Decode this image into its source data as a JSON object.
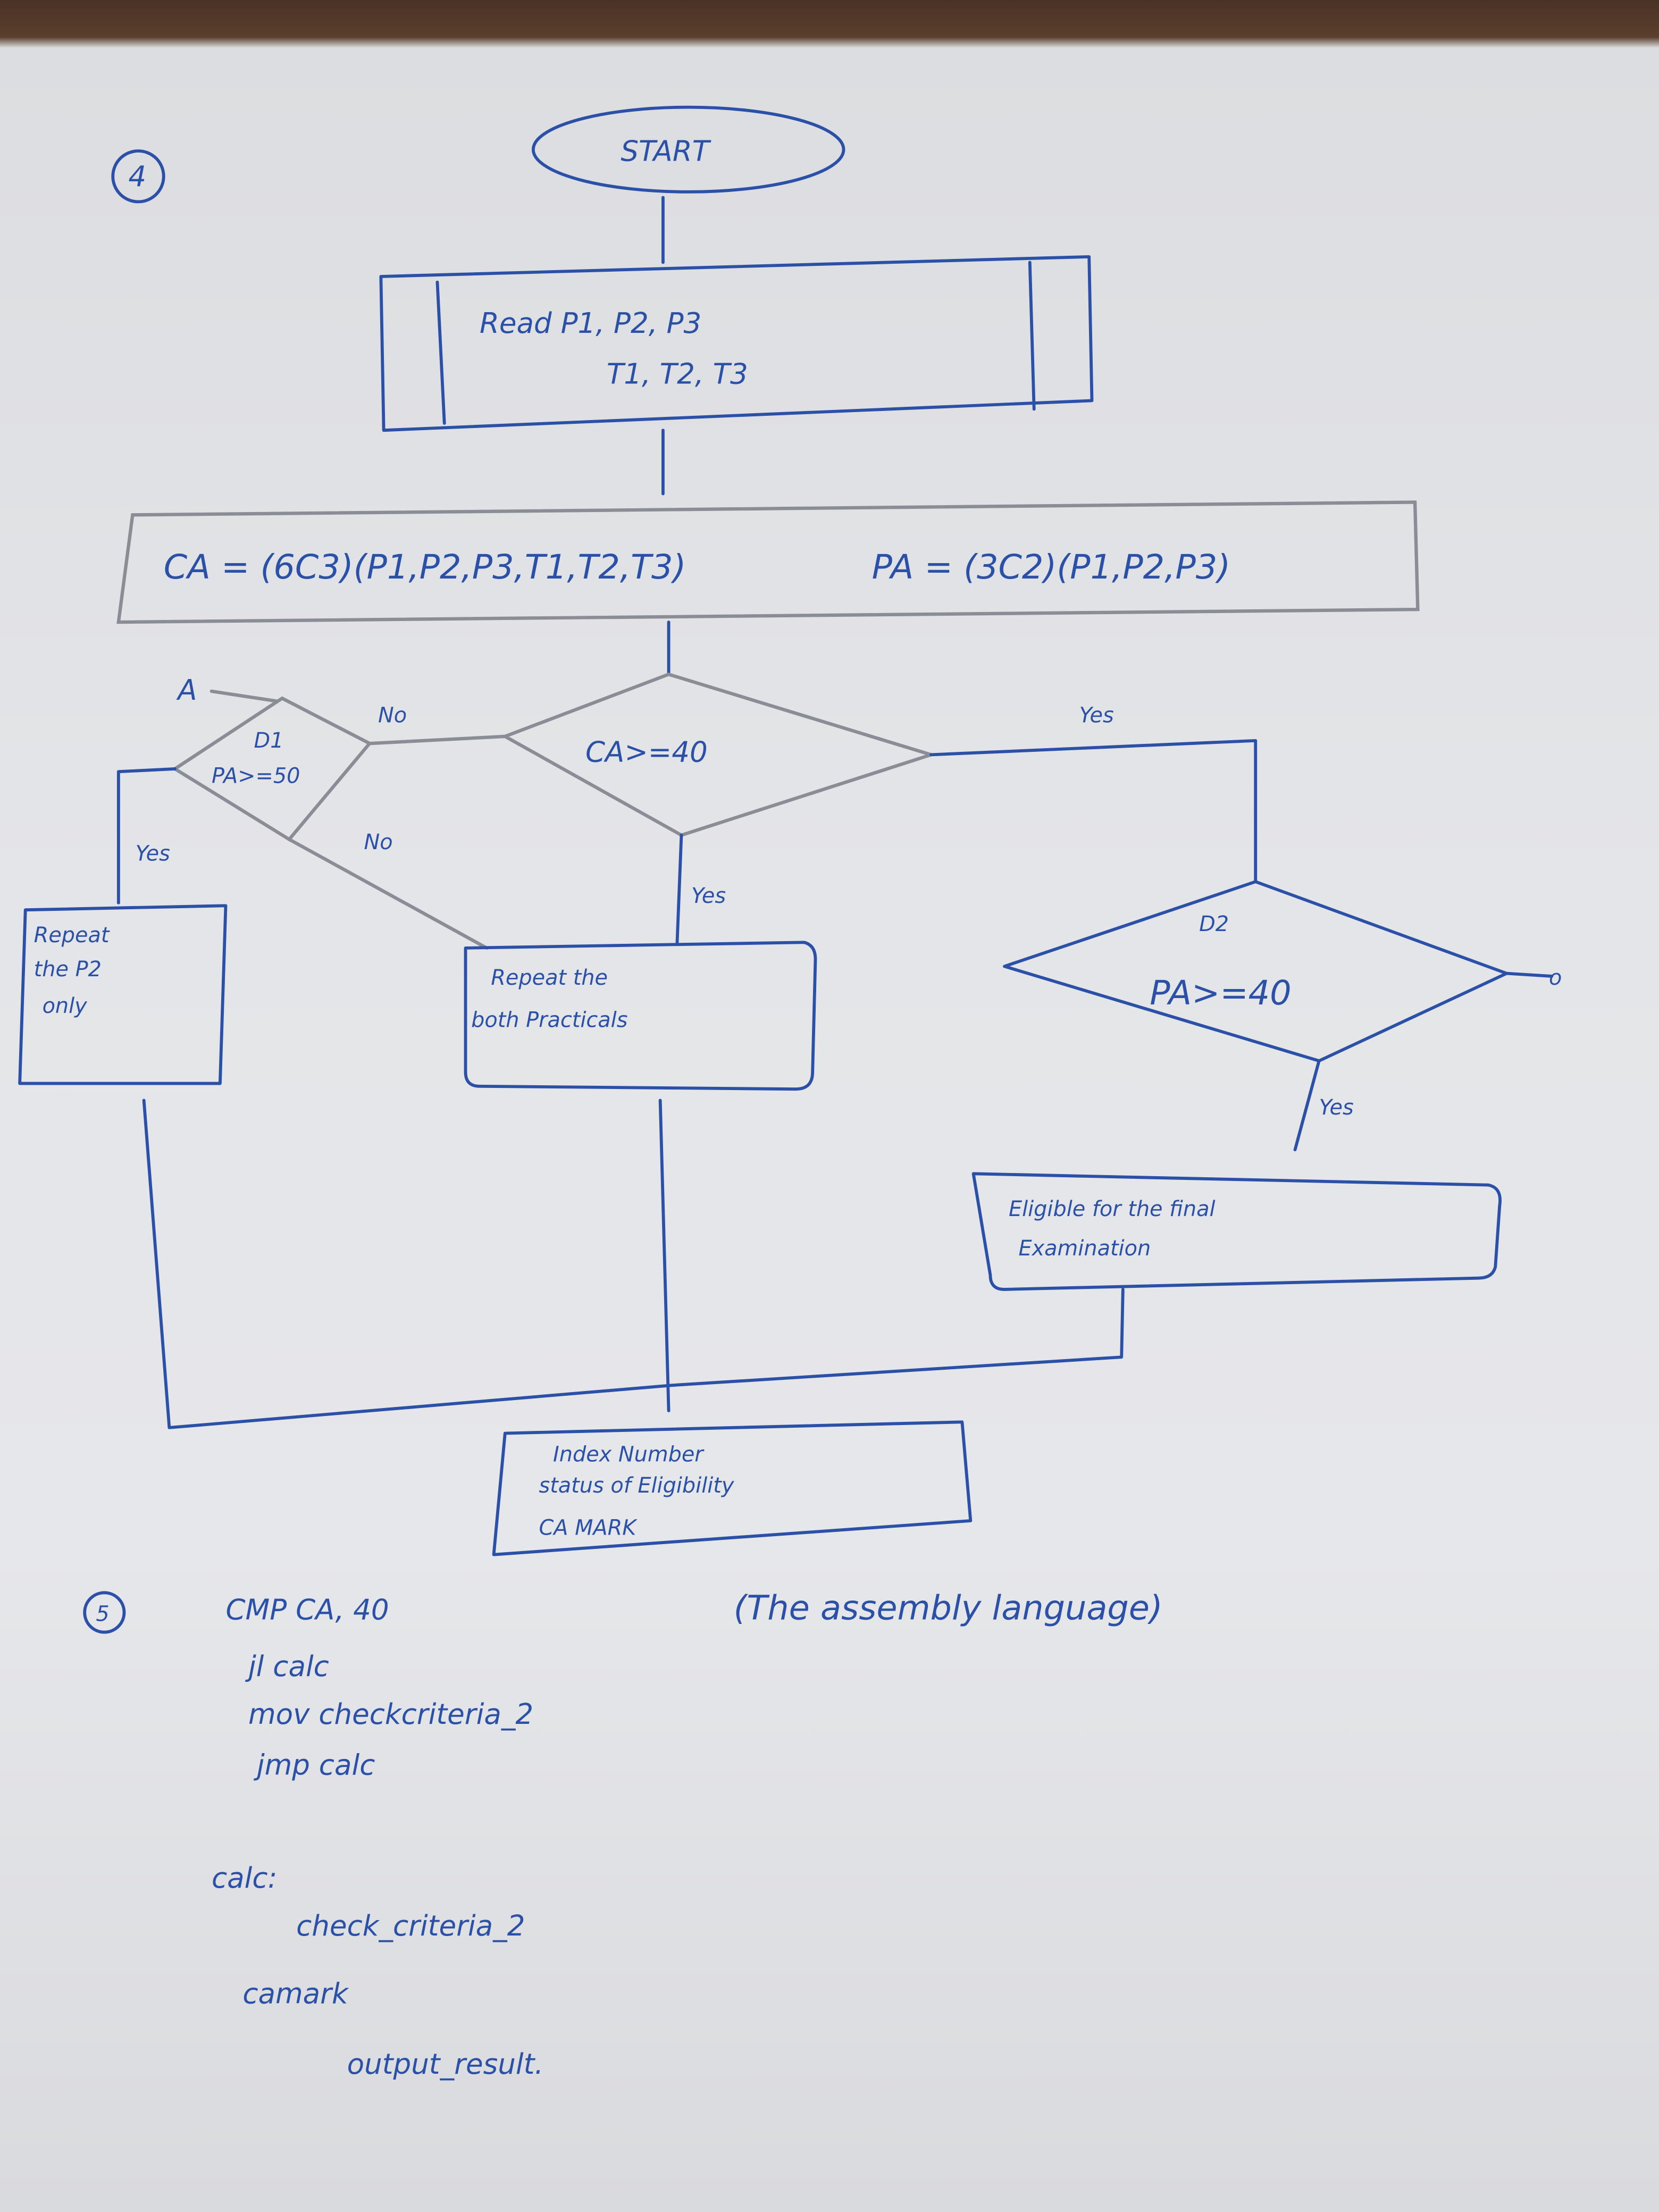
{
  "page_label": "4",
  "flowchart": {
    "start": "START",
    "read_line1": "Read P1, P2, P3",
    "read_line2": "T1, T2, T3",
    "process_ca": "CA = (6C3)(P1,P2,P3,T1,T2,T3)",
    "process_pa": "PA = (3C2)(P1,P2,P3)",
    "decision_ca": {
      "text": "CA>=40",
      "yes": "Yes",
      "no": "No"
    },
    "decision_d1": {
      "id": "D1",
      "text": "PA>=50",
      "yes": "Yes",
      "no": "No"
    },
    "decision_d2": {
      "id": "D2",
      "text": "PA>=40",
      "yes": "Yes"
    },
    "connector_left": "A",
    "connector_right": "o",
    "repeat_p2": [
      "Repeat",
      "the P2",
      "only"
    ],
    "repeat_both": [
      "Repeat the",
      "both Practicals"
    ],
    "eligible": [
      "Eligible for the final",
      "Examination"
    ],
    "output": [
      "Index Number",
      "status of Eligibility",
      "CA MARK"
    ]
  },
  "assembly": {
    "label": "5",
    "note": "(The assembly language)",
    "lines": [
      "CMP CA, 40",
      "jl calc",
      "mov checkcriteria_2",
      "jmp calc",
      "calc:",
      "check_criteria_2",
      "camark",
      "output_result."
    ]
  }
}
